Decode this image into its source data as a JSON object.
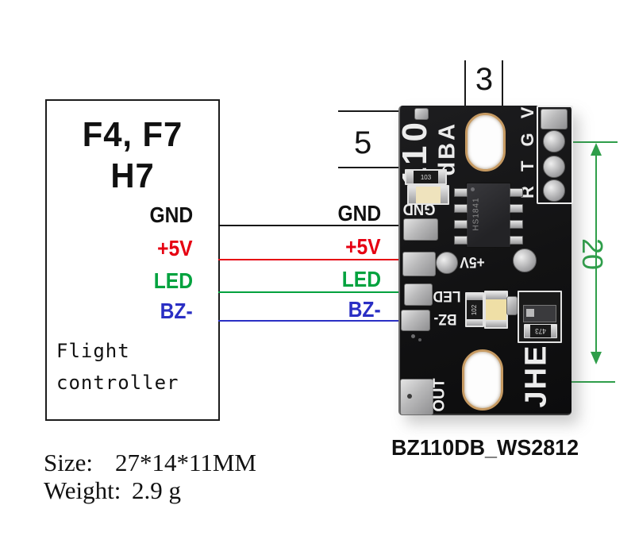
{
  "controller": {
    "title_line1": "F4, F7",
    "title_line2": "H7",
    "caption_line1": "Flight",
    "caption_line2": "controller",
    "pins": [
      {
        "label": "GND",
        "color": "#111111"
      },
      {
        "label": "+5V",
        "color": "#e60012"
      },
      {
        "label": "LED",
        "color": "#00a23e"
      },
      {
        "label": "BZ-",
        "color": "#2a2fc4"
      }
    ]
  },
  "wire_labels": [
    {
      "label": "GND",
      "color": "#111111"
    },
    {
      "label": "+5V",
      "color": "#e60012"
    },
    {
      "label": "LED",
      "color": "#00a23e"
    },
    {
      "label": "BZ-",
      "color": "#2a2fc4"
    }
  ],
  "pcb": {
    "silkscreen": {
      "loudness_value": "110",
      "loudness_unit": "dBA",
      "pad_gnd": "GND",
      "pad_5v": "+5V",
      "pad_led": "LED",
      "pad_bz": "BZ-",
      "pad_out": "OUT",
      "brand": "JHE",
      "header_pins": "R T G V"
    },
    "components": {
      "resistor_103": "103",
      "resistor_102": "102",
      "resistor_473": "473",
      "ic_marking": "HS1841"
    }
  },
  "dimensions": {
    "hole_width_mm": "3",
    "hole_length_mm": "5",
    "hole_spacing_mm": "20",
    "color": "#2f9e4a"
  },
  "captions": {
    "model": "BZ110DB_WS2812",
    "size_label": "Size:",
    "size_value": "27*14*11MM",
    "weight_label": "Weight:",
    "weight_value": "2.9 g"
  }
}
